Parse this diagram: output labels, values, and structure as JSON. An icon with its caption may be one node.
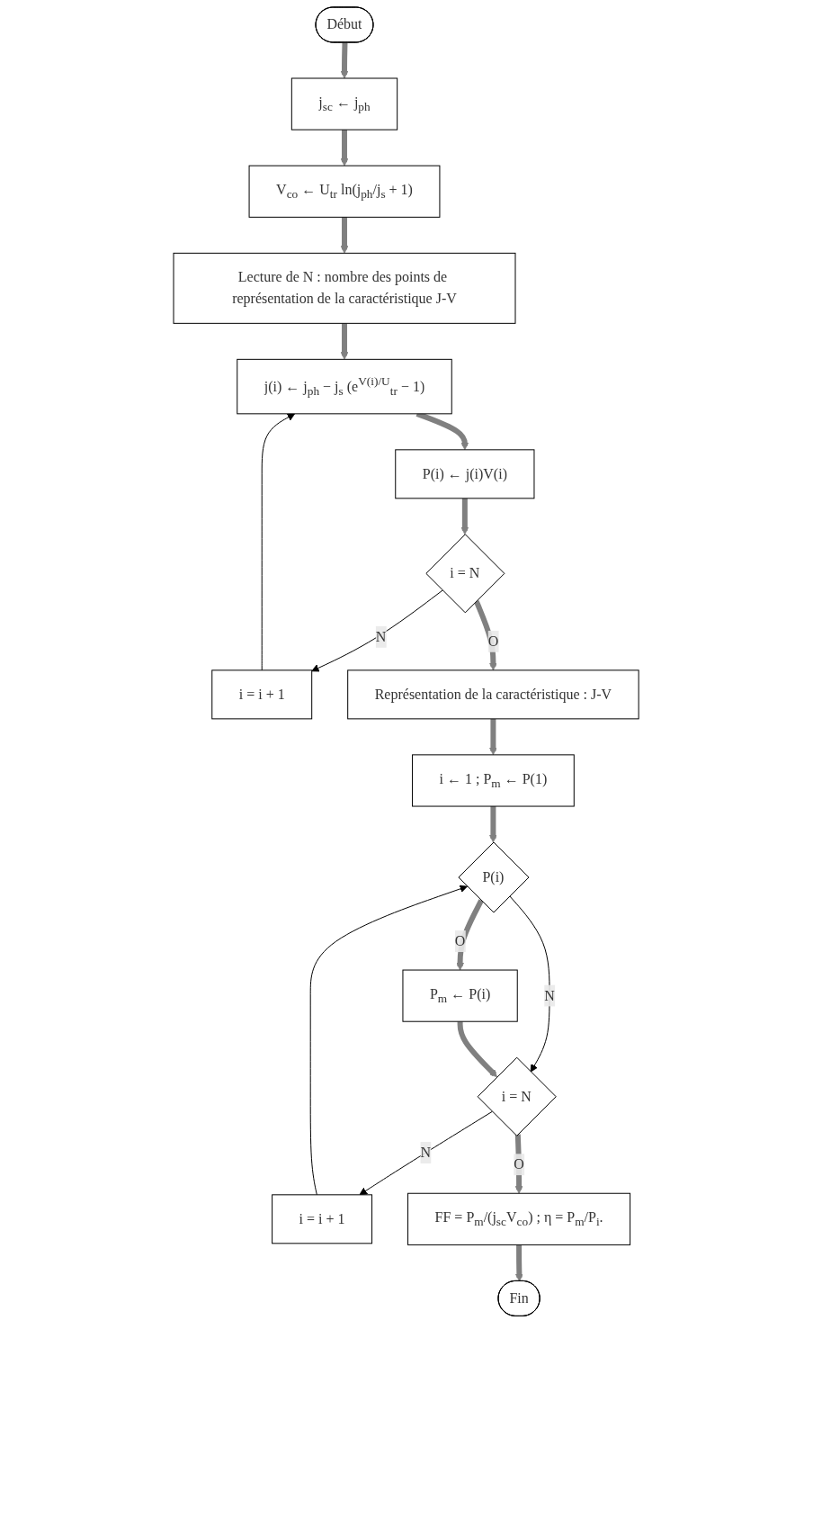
{
  "diagram": {
    "nodes": [
      {
        "text": [
          "Début"
        ]
      },
      {
        "text": [
          "j$_{sc}$ ← j$_{ph}$"
        ]
      },
      {
        "text": [
          "V$_{co}$ ← U$_{tr}$ ln(j$_{ph}$/j$_{s}$ + 1)"
        ]
      },
      {
        "text": [
          "Lecture de N : nombre des points de représentation de la caractéristique J-V"
        ]
      },
      {
        "text": [
          "j(i) ← j$_{ph}$ − j$_{s}$ (e$^{V(i)/U}$$_{tr}$ − 1)"
        ]
      },
      {
        "text": [
          "i = i + 1"
        ]
      },
      {
        "text": [
          "P(i) ← j(i)V(i)"
        ]
      },
      {
        "text": [
          "i = N"
        ]
      },
      {
        "text": [
          "Représentation de la caractéristique : J-V"
        ]
      },
      {
        "text": [
          "i ← 1 ; P$_{m}$ ← P(1)"
        ]
      },
      {
        "text": [
          "P(i)"
        ]
      },
      {
        "text": [
          "i = i + 1"
        ]
      },
      {
        "text": [
          "P$_{m}$ ← P(i)"
        ]
      },
      {
        "text": [
          "i = N"
        ]
      },
      {
        "text": [
          "FF = P$_{m}$/(j$_{sc}$V$_{co}$) ; η = P$_{m}$/P$_{i}$."
        ]
      },
      {
        "text": [
          "Fin"
        ]
      }
    ],
    "edges": [
      {
        "from": 0,
        "to": 1,
        "arrow": "to"
      },
      {
        "from": 1,
        "to": 2,
        "arrow": "to"
      },
      {
        "from": 2,
        "to": 3,
        "arrow": "to"
      },
      {
        "from": 3,
        "to": 4,
        "arrow": "to"
      },
      {
        "from": 4,
        "to": 6,
        "arrow": "to"
      },
      {
        "from": 6,
        "to": 7,
        "arrow": "to"
      },
      {
        "from": 7,
        "to": 5,
        "arrow": "to",
        "label": "N",
        "color": "#000000"
      },
      {
        "from": 5,
        "to": 4,
        "arrow": "to",
        "color": "#000000"
      },
      {
        "from": 7,
        "to": 8,
        "arrow": "to",
        "label": "O"
      },
      {
        "from": 8,
        "to": 9,
        "arrow": "to"
      },
      {
        "from": 9,
        "to": 10,
        "arrow": "to"
      },
      {
        "from": 10,
        "to": 12,
        "arrow": "to",
        "label": "O"
      },
      {
        "from": 10,
        "to": 13,
        "arrow": "to",
        "label": "N",
        "color": "#000000"
      },
      {
        "from": 12,
        "to": 13,
        "arrow": "to"
      },
      {
        "from": 13,
        "to": 11,
        "arrow": "to",
        "label": "N",
        "color": "#000000"
      },
      {
        "from": 11,
        "to": 10,
        "arrow": "to",
        "color": "#000000"
      },
      {
        "from": 13,
        "to": 14,
        "arrow": "to",
        "label": "O"
      },
      {
        "from": 14,
        "to": 15,
        "arrow": "to"
      }
    ]
  }
}
